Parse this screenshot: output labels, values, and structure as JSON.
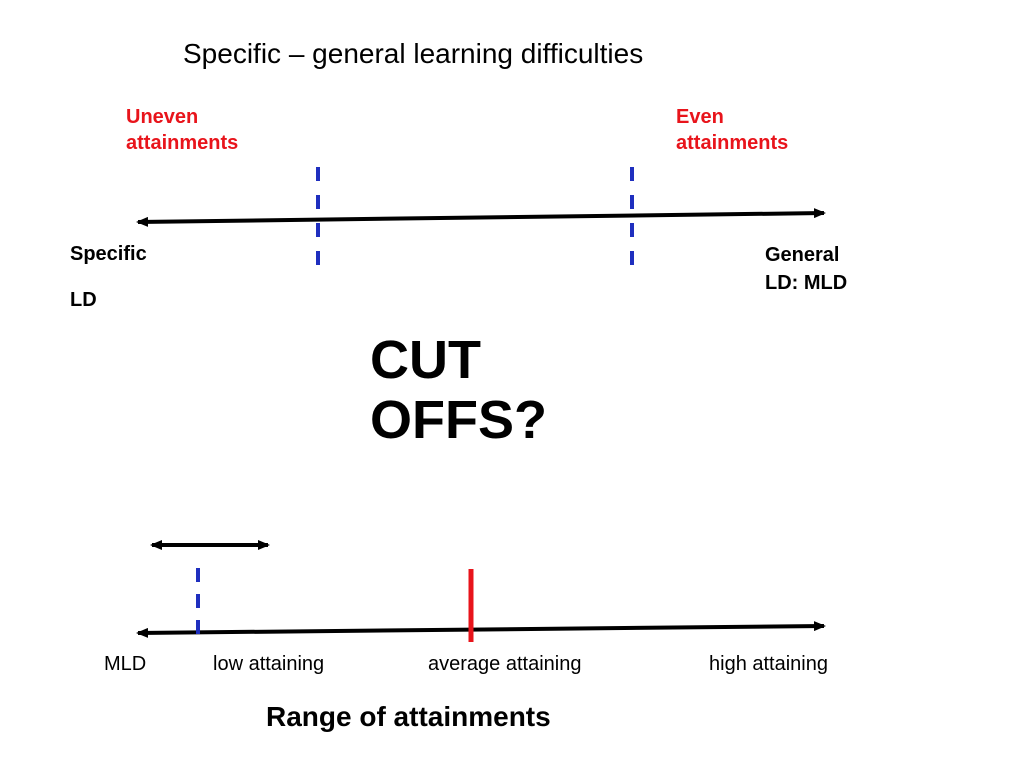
{
  "title": "Specific – general learning difficulties",
  "top_scale": {
    "left_marker_label": [
      "Uneven",
      "attainments"
    ],
    "right_marker_label": [
      "Even",
      "attainments"
    ],
    "left_end_label": [
      "Specific",
      "LD"
    ],
    "right_end_label": [
      "General",
      "LD: MLD"
    ]
  },
  "center_text": [
    "CUT",
    "OFFS?"
  ],
  "bottom_scale": {
    "labels": {
      "mld": "MLD",
      "low": "low attaining",
      "average": "average attaining",
      "high": "high attaining"
    },
    "caption": "Range of attainments"
  },
  "colors": {
    "red": "#e8141b",
    "blue": "#1f2fbf",
    "black": "#000000"
  }
}
